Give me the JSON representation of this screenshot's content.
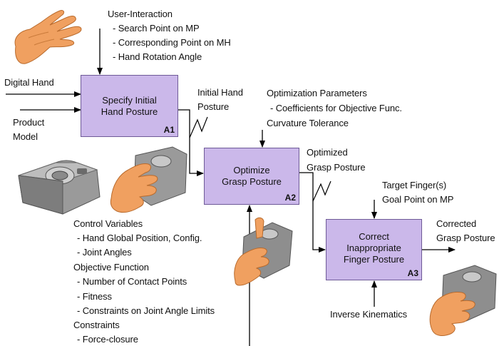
{
  "processes": {
    "a1": {
      "label_line1": "Specify Initial",
      "label_line2": "Hand Posture",
      "id": "A1"
    },
    "a2": {
      "label_line1": "Optimize",
      "label_line2": "Grasp Posture",
      "id": "A2"
    },
    "a3": {
      "label_line1": "Correct",
      "label_line2": "Inappropriate",
      "label_line3": "Finger Posture",
      "id": "A3"
    }
  },
  "a1_control": {
    "title": "User-Interaction",
    "items": [
      "- Search Point on MP",
      "- Corresponding Point on MH",
      "- Hand Rotation Angle"
    ]
  },
  "a1_inputs": {
    "digital_hand": "Digital Hand",
    "product_model_line1": "Product",
    "product_model_line2": "Model"
  },
  "a1_output": {
    "line1": "Initial Hand",
    "line2": "Posture"
  },
  "a2_control": {
    "title": "Optimization Parameters",
    "item": "- Coefficients for Objective Func.",
    "extra": "Curvature Tolerance"
  },
  "a2_output": {
    "line1": "Optimized",
    "line2": "Grasp Posture"
  },
  "a2_mechanism": {
    "lines": [
      "Control Variables",
      "- Hand Global Position, Config.",
      "- Joint Angles",
      "Objective Function",
      "- Number of Contact Points",
      "- Fitness",
      "- Constraints on Joint Angle Limits",
      "Constraints",
      "- Force-closure"
    ]
  },
  "a3_control": {
    "line1": "Target Finger(s)",
    "line2": "Goal Point on MP"
  },
  "a3_output": {
    "line1": "Corrected",
    "line2": "Grasp Posture"
  },
  "a3_mechanism": {
    "label": "Inverse Kinematics"
  },
  "colors": {
    "process_fill": "#cbb8ea",
    "process_border": "#6e5a97",
    "skin": "#f0a060",
    "camera": "#8c8c8c",
    "line": "#000000"
  },
  "images": [
    "hand-model-icon",
    "camera-model-icon",
    "hand-on-camera-icon",
    "hand-grasping-camera-icon",
    "hand-holding-camera-icon"
  ]
}
